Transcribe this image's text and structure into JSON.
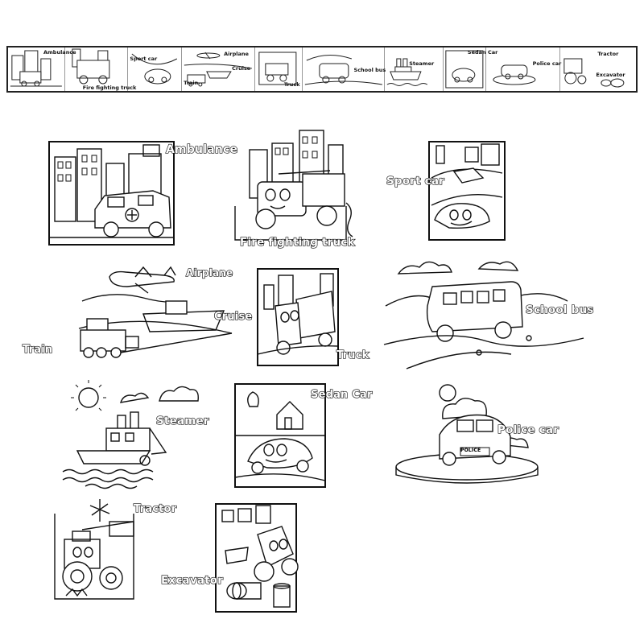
{
  "strip": {
    "labels": {
      "ambulance": "Ambulance",
      "fire_truck": "Fire fighting truck",
      "sport_car": "Sport car",
      "airplane": "Airplane",
      "cruise": "Cruise",
      "train": "Train",
      "truck": "Truck",
      "school_bus": "School bus",
      "steamer": "Steamer",
      "sedan_car": "Sedan Car",
      "police_car": "Police car",
      "tractor": "Tractor",
      "excavator": "Excavator"
    }
  },
  "cards": {
    "ambulance": "Ambulance",
    "fire_truck": "Fire fighting truck",
    "sport_car": "Sport car",
    "airplane": "Airplane",
    "cruise": "Cruise",
    "train": "Train",
    "truck": "Truck",
    "school_bus": "School bus",
    "steamer": "Steamer",
    "sedan_car": "Sedan Car",
    "police_car": "Police car",
    "police_sign": "POLICE",
    "tractor": "Tractor",
    "excavator": "Excavator"
  },
  "colors": {
    "ink": "#111111",
    "paper": "#ffffff"
  }
}
